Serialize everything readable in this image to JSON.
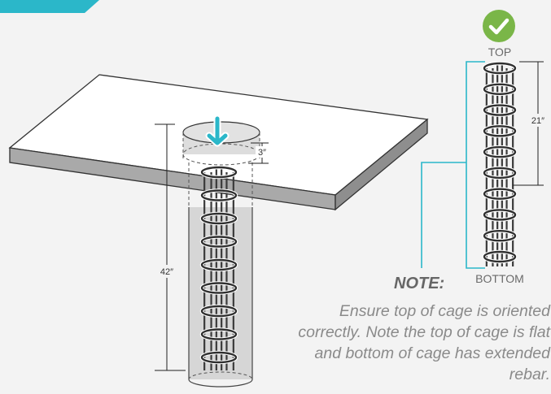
{
  "colors": {
    "accent_teal": "#2bb7c9",
    "check_green": "#7ab648",
    "slab_top": "#ffffff",
    "slab_front": "#a9a9a9",
    "column_fill": "#d9d9d9",
    "rebar": "#3b3b3b",
    "dimension_line": "#222222",
    "note_text": "#8a8a8a"
  },
  "icons": {
    "placement_arrow": "down-arrow-icon",
    "orientation_ok": "checkmark-icon"
  },
  "dimensions": {
    "column_depth": "42″",
    "top_offset": "3″",
    "cage_upper_section": "21″"
  },
  "cage_labels": {
    "top": "TOP",
    "bottom": "BOTTOM"
  },
  "note": {
    "title": "NOTE:",
    "body": "Ensure top of cage is oriented correctly. Note the top of cage is flat and bottom of cage has extended rebar."
  }
}
